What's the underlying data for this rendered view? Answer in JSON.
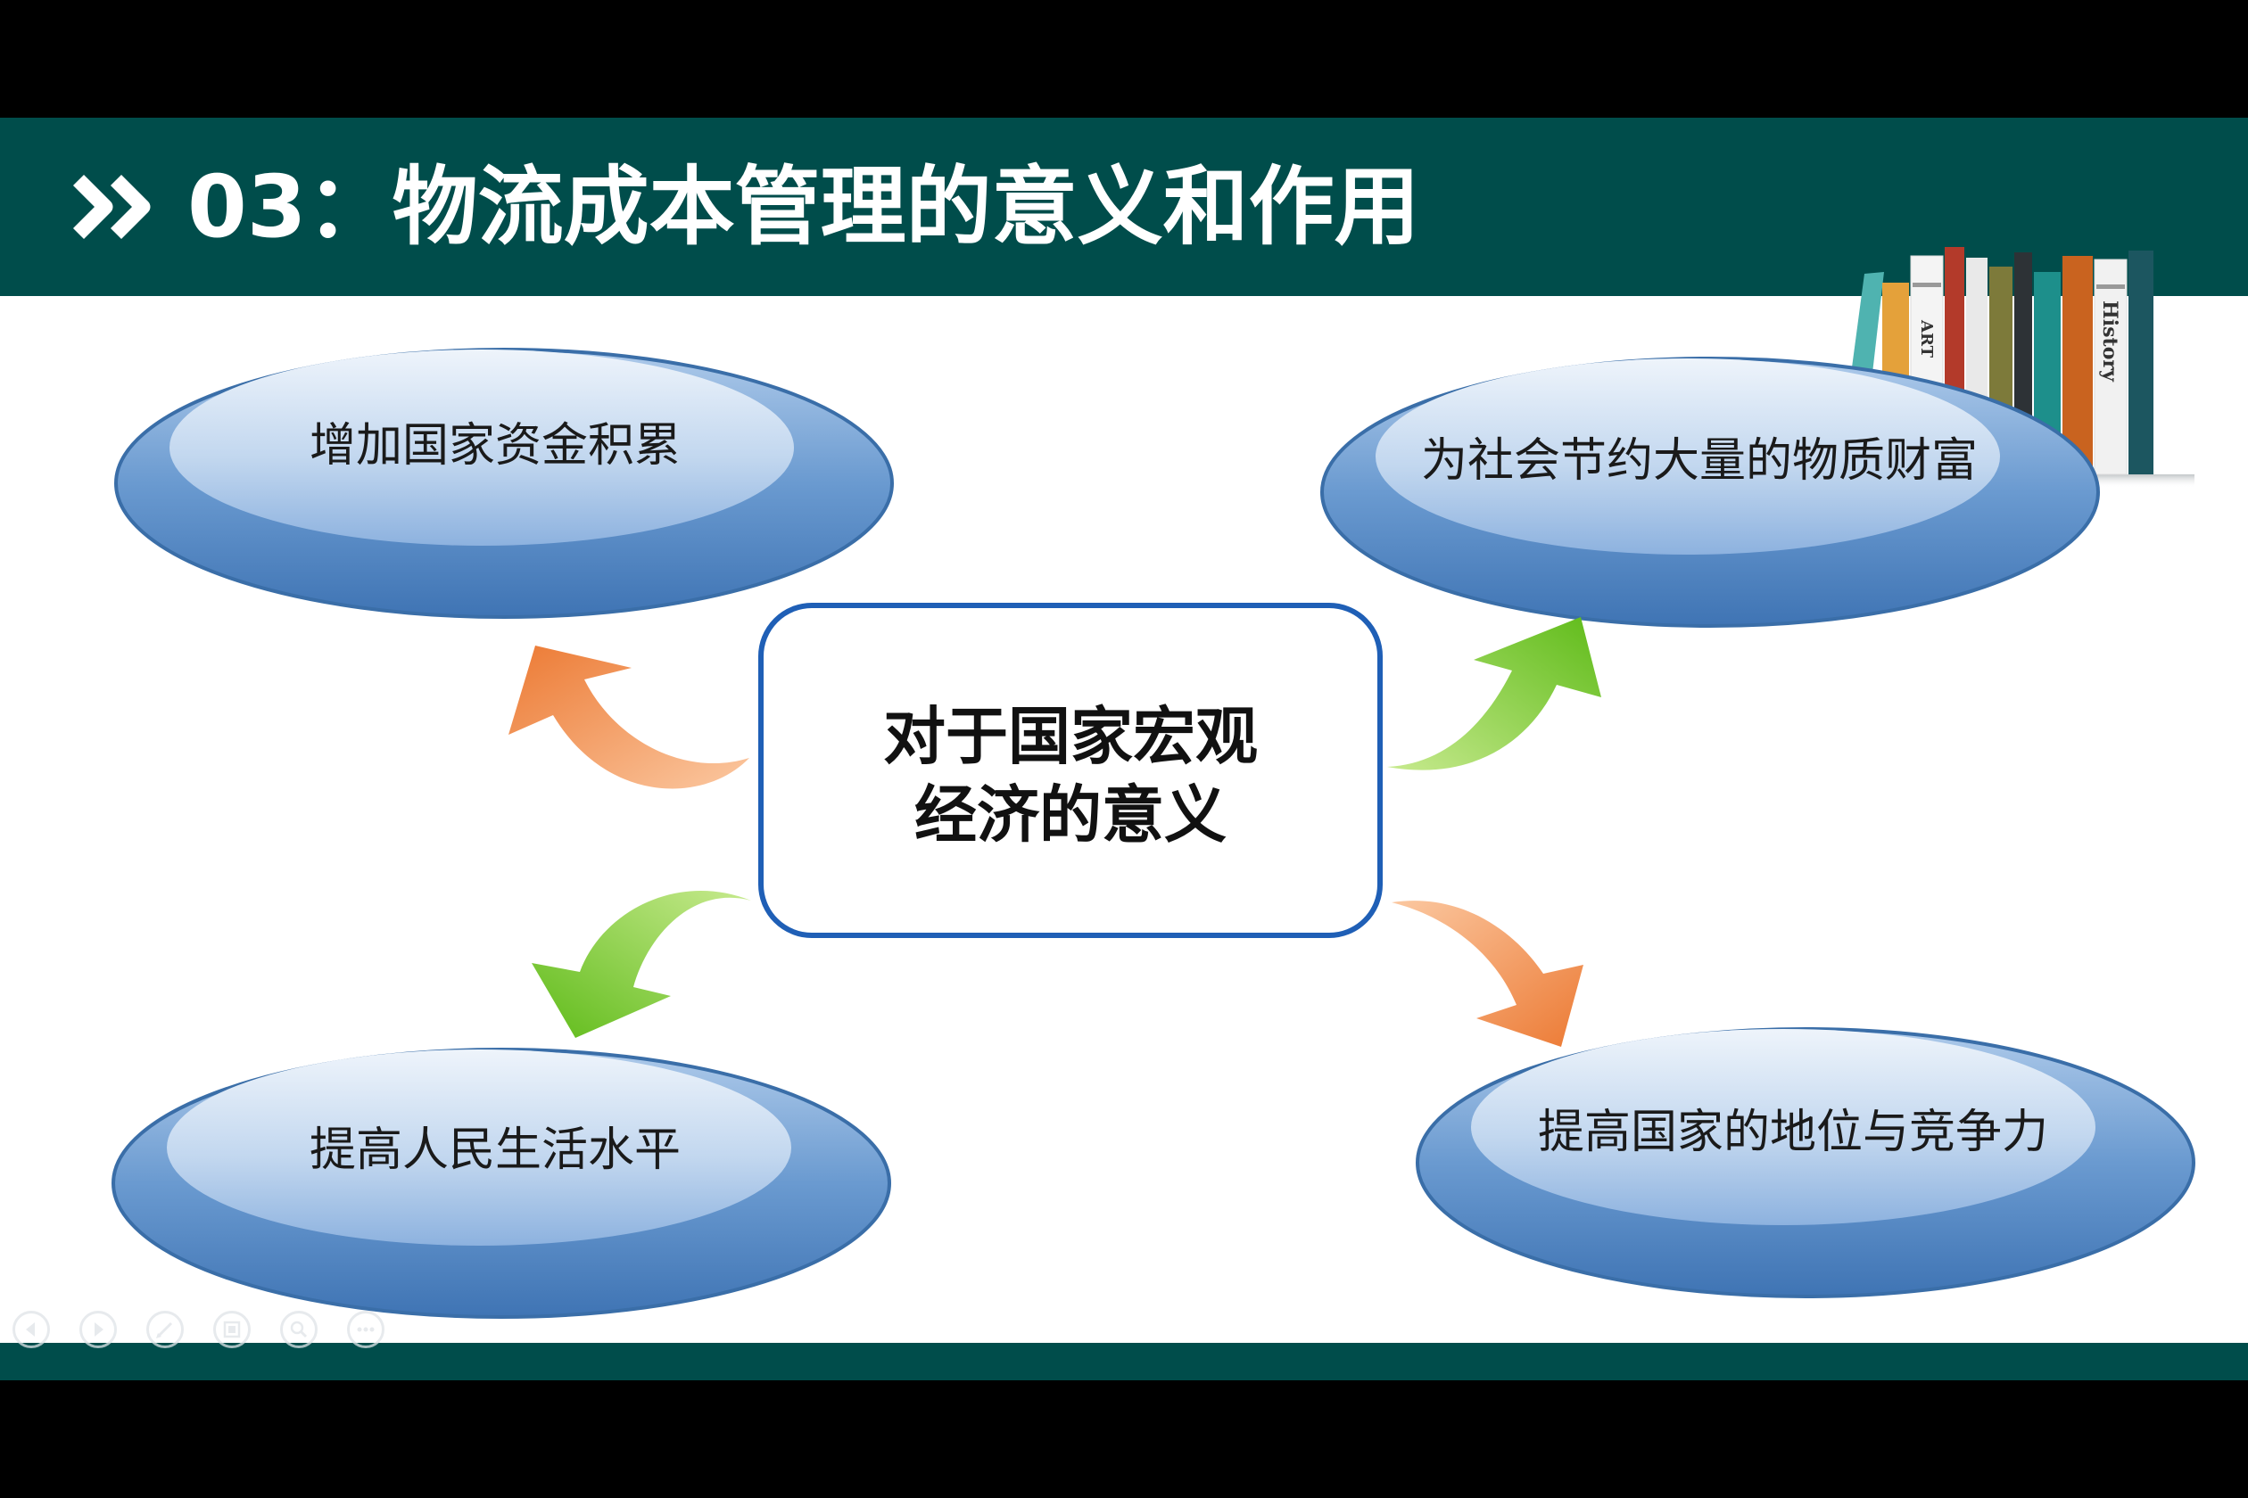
{
  "slide": {
    "title": "03：物流成本管理的意义和作用",
    "book_labels": [
      "ART",
      "History"
    ]
  },
  "diagram": {
    "center_line1": "对于国家宏观",
    "center_line2": "经济的意义",
    "items": [
      {
        "label": "增加国家资金积累"
      },
      {
        "label": "为社会节约大量的物质财富"
      },
      {
        "label": "提高人民生活水平"
      },
      {
        "label": "提高国家的地位与竞争力"
      }
    ]
  },
  "colors": {
    "header": "#004d4b",
    "oval_outer": "#5b8fc8",
    "oval_inner": "#cfe0f2",
    "center_border": "#1f5fb6",
    "arrow_orange": "#ec7f3a",
    "arrow_green": "#6fc126"
  },
  "nav_icons": [
    "prev-icon",
    "next-icon",
    "pen-icon",
    "slides-icon",
    "zoom-icon",
    "more-icon"
  ]
}
